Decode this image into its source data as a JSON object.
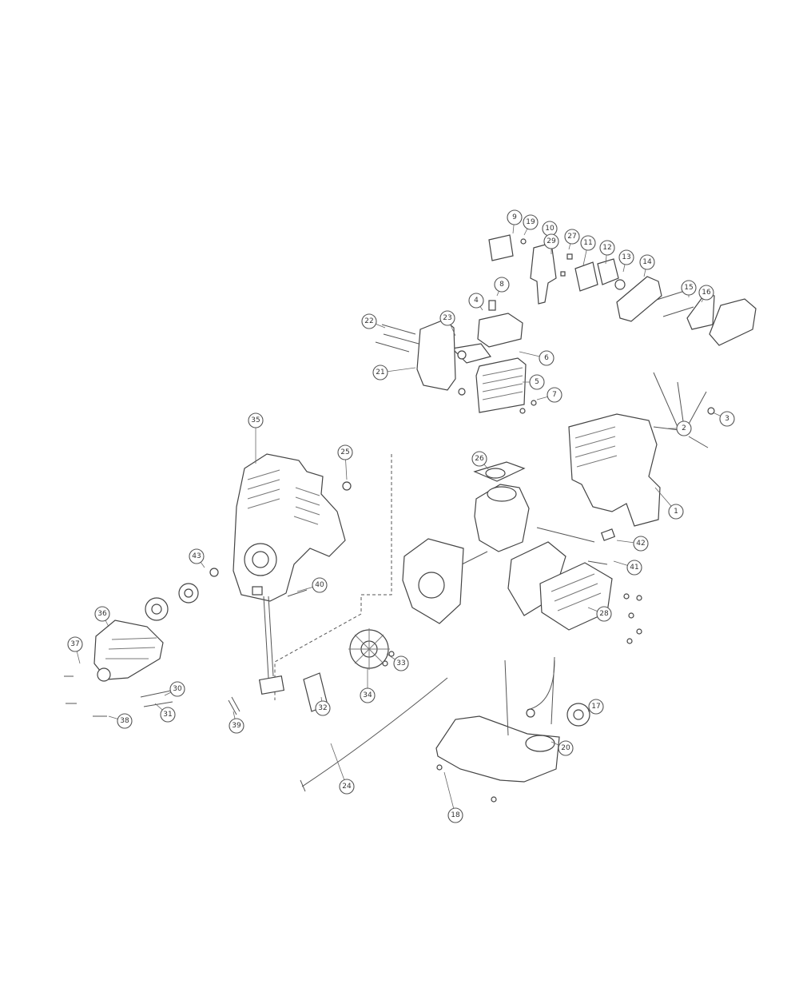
{
  "diagram": {
    "callouts": [
      "1",
      "2",
      "3",
      "4",
      "5",
      "6",
      "7",
      "8",
      "9",
      "10",
      "11",
      "12",
      "13",
      "14",
      "15",
      "16",
      "17",
      "18",
      "19",
      "20",
      "21",
      "22",
      "23",
      "24",
      "25",
      "26",
      "27",
      "28",
      "29",
      "30",
      "31",
      "32",
      "33",
      "34",
      "35",
      "36",
      "37",
      "38",
      "39",
      "40",
      "41",
      "42",
      "43"
    ]
  }
}
